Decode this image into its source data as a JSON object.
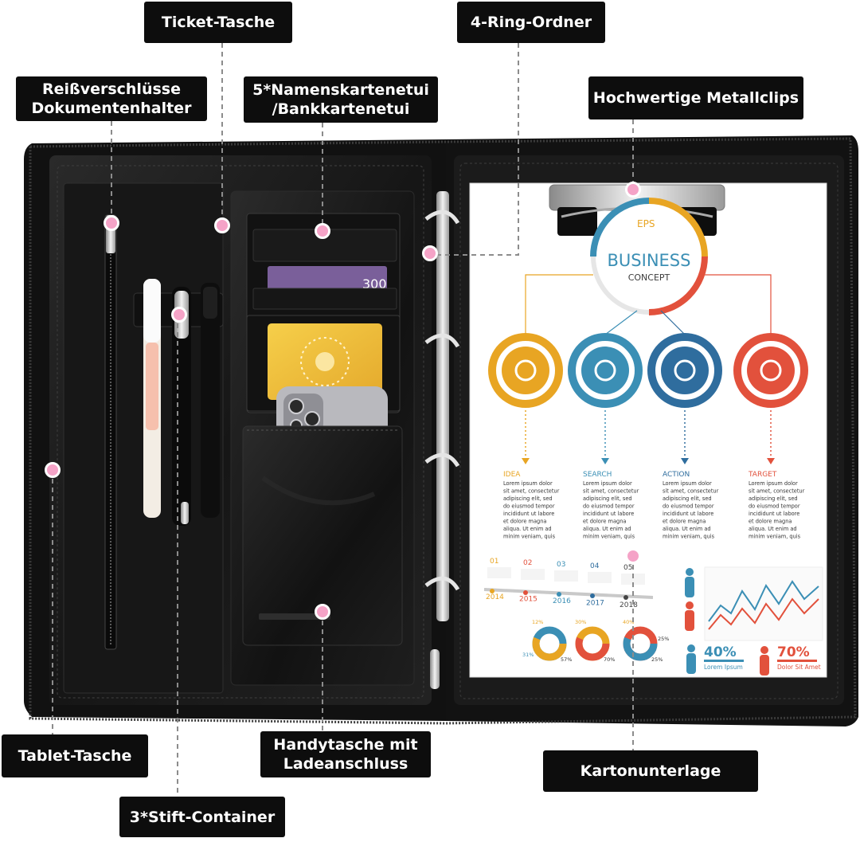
{
  "labels": {
    "ticket_pocket": "Ticket-Tasche",
    "ring_binder": "4-Ring-Ordner",
    "zip_document_holder": [
      "Reißverschlüsse",
      "Dokumentenhalter"
    ],
    "card_holder": [
      "5*Namenskartenetui",
      "/Bankkartenetui"
    ],
    "metal_clips": "Hochwertige Metallclips",
    "tablet_pocket": "Tablet-Tasche",
    "phone_pocket": [
      "Handytasche mit",
      "Ladeanschluss"
    ],
    "cardboard_backing": "Kartonunterlage",
    "pen_holder": "3*Stift-Container"
  },
  "colors": {
    "label_bg": "#0d0d0d",
    "label_text": "#ffffff",
    "marker": "#f5a3c7",
    "leather": "#1c1c1c"
  },
  "product_scene": {
    "card_number": "300",
    "clipboard_sheet": {
      "logo": "EPS",
      "heading": "BUSINESS",
      "subheading": "CONCEPT",
      "steps": [
        {
          "title": "IDEA",
          "color": "#e8a523",
          "text": [
            "Lorem ipsum dolor",
            "sit amet, consectetur",
            "adipiscing elit, sed",
            "do eiusmod tempor",
            "incididunt ut labore",
            "et dolore magna",
            "aliqua. Ut enim ad",
            "minim veniam, quis"
          ]
        },
        {
          "title": "SEARCH",
          "color": "#3b8fb5",
          "text": [
            "Lorem ipsum dolor",
            "sit amet, consectetur",
            "adipiscing elit, sed",
            "do eiusmod tempor",
            "incididunt ut labore",
            "et dolore magna",
            "aliqua. Ut enim ad",
            "minim veniam, quis"
          ]
        },
        {
          "title": "ACTION",
          "color": "#2f6d9e",
          "text": [
            "Lorem ipsum dolor",
            "sit amet, consectetur",
            "adipiscing elit, sed",
            "do eiusmod tempor",
            "incididunt ut labore",
            "et dolore magna",
            "aliqua. Ut enim ad",
            "minim veniam, quis"
          ]
        },
        {
          "title": "TARGET",
          "color": "#e2513c",
          "text": [
            "Lorem ipsum dolor",
            "sit amet, consectetur",
            "adipiscing elit, sed",
            "do eiusmod tempor",
            "incididunt ut labore",
            "et dolore magna",
            "aliqua. Ut enim ad",
            "minim veniam, quis"
          ]
        }
      ],
      "timeline": {
        "numbers": [
          "01",
          "02",
          "03",
          "04",
          "05"
        ],
        "years": [
          "2014",
          "2015",
          "2016",
          "2017",
          "2018"
        ]
      },
      "donuts": [
        {
          "top": "12%",
          "bottom_left": "31%",
          "bottom_right": "57%"
        },
        {
          "top": "30%",
          "bottom_right": "70%"
        },
        {
          "top": "40%",
          "top_right": "25%",
          "bottom_right": "25%"
        }
      ],
      "stats": [
        {
          "value": "40%",
          "label": "Lorem Ipsum"
        },
        {
          "value": "70%",
          "label": "Dolor Sit Amet"
        }
      ]
    }
  }
}
